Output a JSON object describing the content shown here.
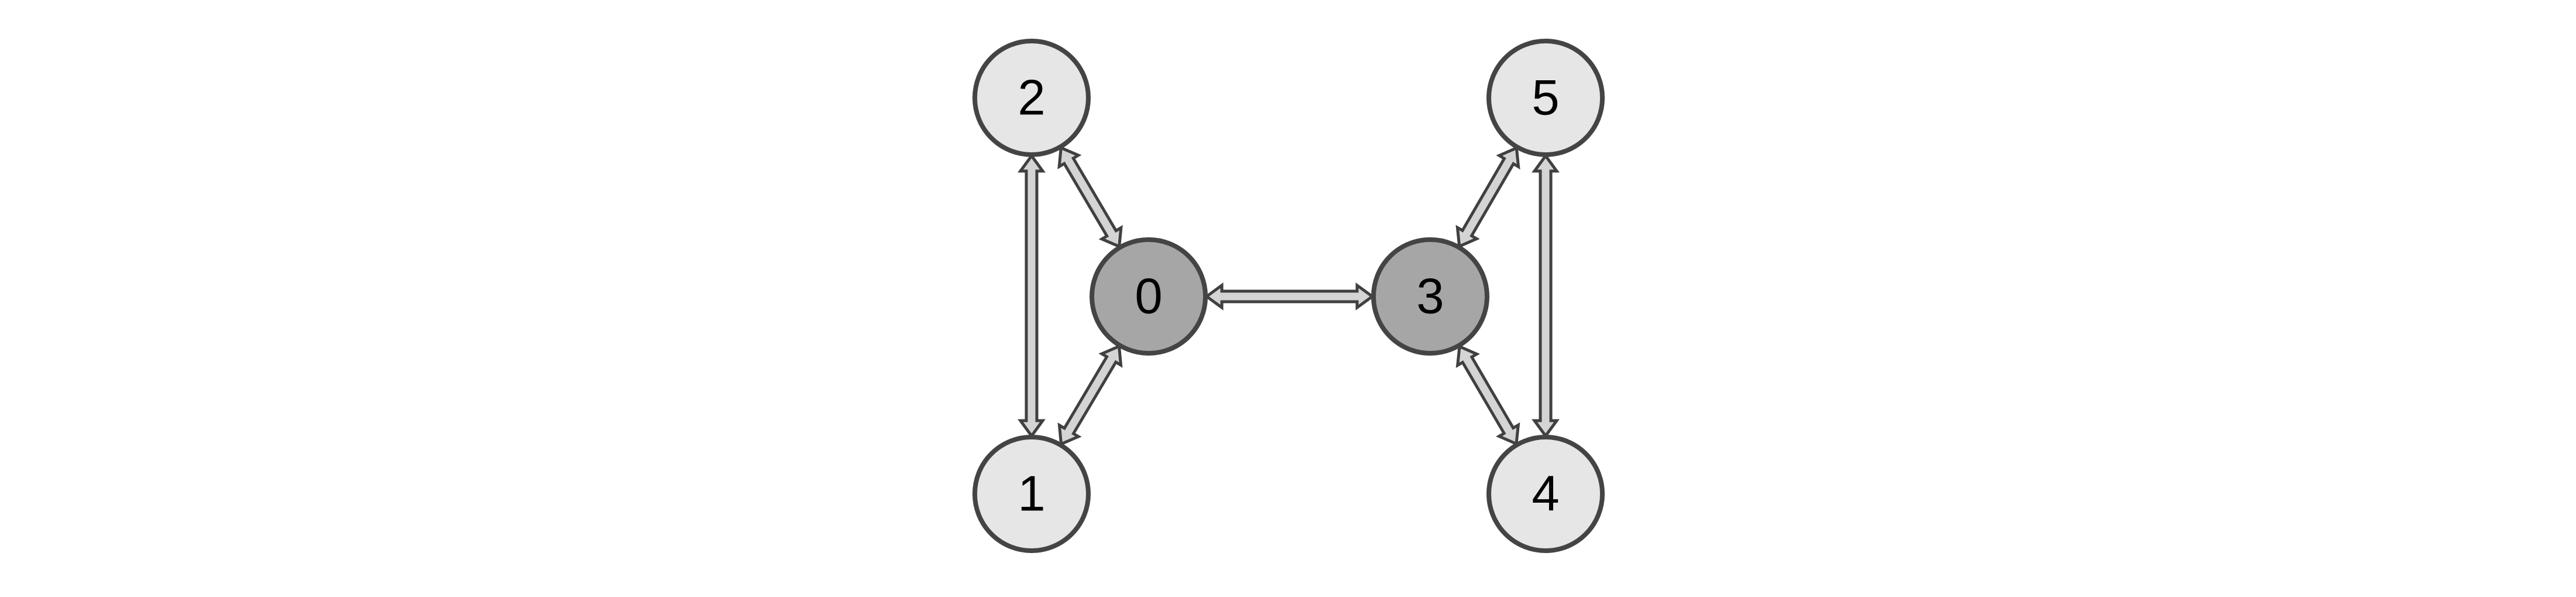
{
  "colors": {
    "background": "#ffffff",
    "hub_node_fill": "#a6a6a6",
    "leaf_node_fill": "#e6e6e6",
    "node_stroke": "#444444",
    "edge_fill": "#d4d4d4",
    "edge_stroke": "#404040",
    "label": "#000000"
  },
  "graph": {
    "nodes": [
      {
        "id": "0",
        "label": "0",
        "kind": "hub"
      },
      {
        "id": "1",
        "label": "1",
        "kind": "leaf"
      },
      {
        "id": "2",
        "label": "2",
        "kind": "leaf"
      },
      {
        "id": "3",
        "label": "3",
        "kind": "hub"
      },
      {
        "id": "4",
        "label": "4",
        "kind": "leaf"
      },
      {
        "id": "5",
        "label": "5",
        "kind": "leaf"
      }
    ],
    "edges": [
      {
        "from": "0",
        "to": "3",
        "bidirectional": true
      },
      {
        "from": "0",
        "to": "1",
        "bidirectional": true
      },
      {
        "from": "0",
        "to": "2",
        "bidirectional": true
      },
      {
        "from": "1",
        "to": "2",
        "bidirectional": true
      },
      {
        "from": "3",
        "to": "4",
        "bidirectional": true
      },
      {
        "from": "3",
        "to": "5",
        "bidirectional": true
      },
      {
        "from": "4",
        "to": "5",
        "bidirectional": true
      }
    ]
  }
}
